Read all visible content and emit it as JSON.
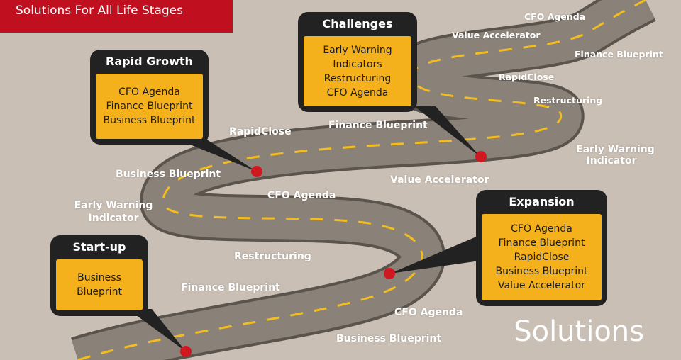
{
  "header": {
    "title": "Solutions For All Life Stages"
  },
  "corner_label": "Solutions",
  "stages": {
    "startup": {
      "title": "Start-up",
      "items": [
        "Business",
        "Blueprint"
      ]
    },
    "rapid_growth": {
      "title": "Rapid Growth",
      "items": [
        "CFO Agenda",
        "Finance Blueprint",
        "Business Blueprint"
      ]
    },
    "challenges": {
      "title": "Challenges",
      "items": [
        "Early Warning",
        "Indicators",
        "Restructuring",
        "CFO Agenda"
      ]
    },
    "expansion": {
      "title": "Expansion",
      "items": [
        "CFO Agenda",
        "Finance Blueprint",
        "RapidClose",
        "Business Blueprint",
        "Value Accelerator"
      ]
    }
  },
  "road_labels": {
    "top_cfo_agenda": "CFO Agenda",
    "top_value_accelerator": "Value Accelerator",
    "top_finance_blueprint": "Finance Blueprint",
    "top_rapidclose": "RapidClose",
    "top_restructuring": "Restructuring",
    "right_early_warning": "Early Warning",
    "right_indicator": "Indicator",
    "mid_rapidclose": "RapidClose",
    "mid_finance_blueprint": "Finance Blueprint",
    "mid_business_blueprint": "Business Blueprint",
    "mid_value_accelerator": "Value Accelerator",
    "mid_cfo_agenda": "CFO Agenda",
    "left_early_warning": "Early Warning",
    "left_indicator": "Indicator",
    "low_restructuring": "Restructuring",
    "low_finance_blueprint": "Finance Blueprint",
    "low_cfo_agenda": "CFO Agenda",
    "low_business_blueprint": "Business Blueprint"
  },
  "colors": {
    "background": "#c9bfb5",
    "banner": "#c0101f",
    "road": "#8a8279",
    "road_edge": "#5b544d",
    "lane_marking": "#f3bd1f",
    "box_frame": "#222222",
    "box_fill": "#f5b11c",
    "marker": "#d01820"
  }
}
